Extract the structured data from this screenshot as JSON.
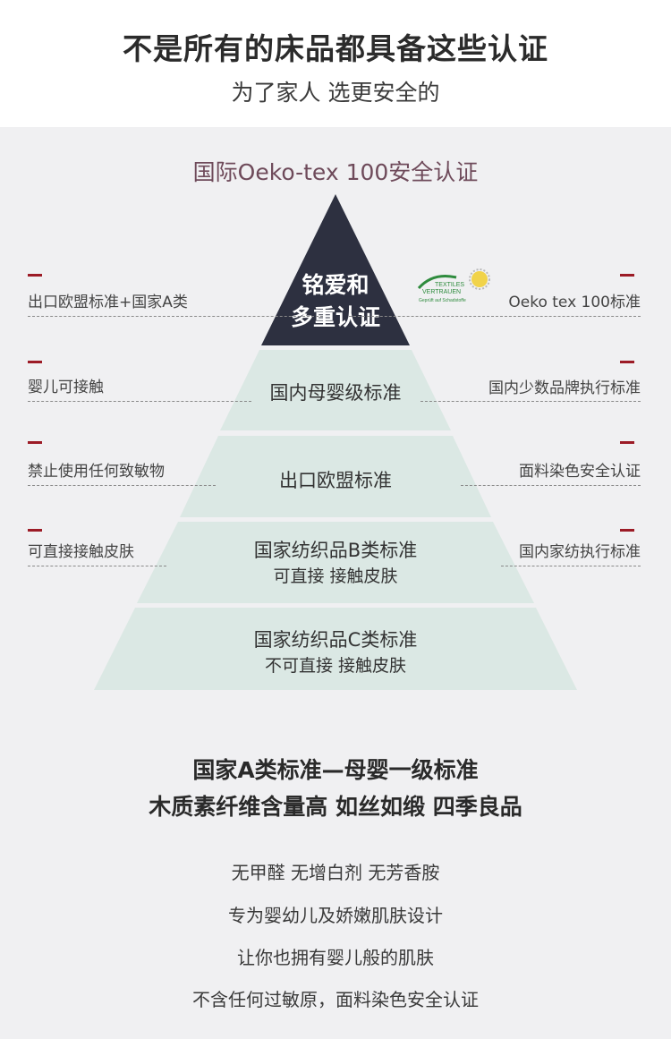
{
  "header": {
    "title": "不是所有的床品都具备这些认证",
    "subtitle": "为了家人 选更安全的"
  },
  "certification": {
    "title": "国际Oeko-tex 100安全认证"
  },
  "pyramid": {
    "top": {
      "line1": "铭爱和",
      "line2": "多重认证"
    },
    "tiers": [
      {
        "line1": "国内母婴级标准",
        "line2": ""
      },
      {
        "line1": "出口欧盟标准",
        "line2": ""
      },
      {
        "line1": "国家纺织品B类标准",
        "line2": "可直接 接触皮肤"
      },
      {
        "line1": "国家纺织品C类标准",
        "line2": "不可直接 接触皮肤"
      }
    ]
  },
  "side_labels": {
    "left": [
      "出口欧盟标准+国家A类",
      "婴儿可接触",
      "禁止使用任何致敏物",
      "可直接接触皮肤"
    ],
    "right": [
      "Oeko tex 100标准",
      "国内少数品牌执行标准",
      "面料染色安全认证",
      "国内家纺执行标准"
    ]
  },
  "logo": {
    "line1": "TEXTILES",
    "line2": "VERTRAUEN",
    "line3": "Geprüft auf Schadstoffe"
  },
  "bottom": {
    "headline1": "国家A类标准—母婴一级标准",
    "headline2": "木质素纤维含量高  如丝如缎  四季良品",
    "lines": [
      "无甲醛 无增白剂 无芳香胺",
      "专为婴幼儿及娇嫩肌肤设计",
      "让你也拥有婴儿般的肌肤",
      "不含任何过敏原，面料染色安全认证"
    ]
  },
  "colors": {
    "accent": "#9c1b26",
    "pyramid_top": "#2d3040",
    "pyramid_tier": "#dbe8e4",
    "cert_title": "#6e4a5a"
  }
}
